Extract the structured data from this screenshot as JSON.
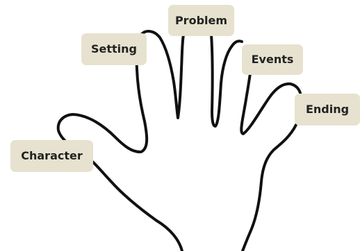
{
  "diagram": {
    "labels": {
      "setting": "Setting",
      "problem": "Problem",
      "events": "Events",
      "ending": "Ending",
      "character": "Character"
    }
  },
  "colors": {
    "label_background": "#e6e2cf",
    "label_text": "#222222",
    "outline": "#111111",
    "background": "#ffffff"
  }
}
